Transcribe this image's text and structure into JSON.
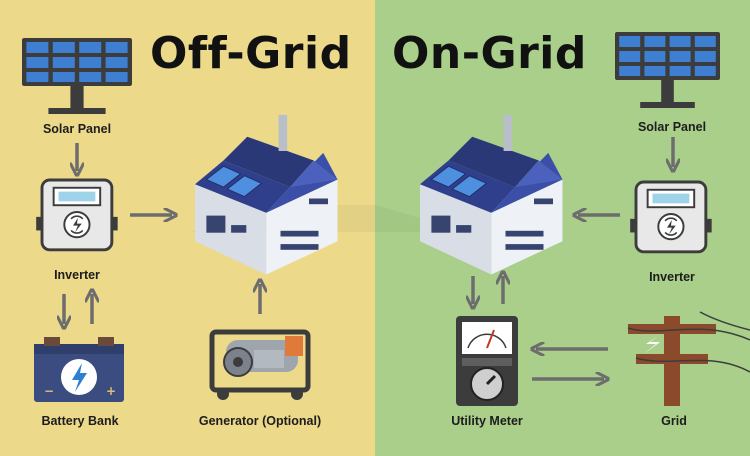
{
  "off_grid": {
    "title": "Off-Grid",
    "labels": {
      "solar_panel": "Solar Panel",
      "inverter": "Inverter",
      "battery_bank": "Battery Bank",
      "generator": "Generator (Optional)"
    }
  },
  "on_grid": {
    "title": "On-Grid",
    "labels": {
      "solar_panel": "Solar Panel",
      "inverter": "Inverter",
      "utility_meter": "Utility Meter",
      "grid": "Grid"
    }
  },
  "colors": {
    "off_grid_background": "#ecd98a",
    "on_grid_background": "#a9cf8a",
    "arrow": "#6d6d6d",
    "solar_cell": "#3f7fd1",
    "frame": "#3c3c3c"
  },
  "icons": [
    "solar-panel-icon",
    "inverter-icon",
    "factory-icon",
    "battery-icon",
    "generator-icon",
    "utility-meter-icon",
    "power-pole-icon",
    "arrow-icon"
  ]
}
